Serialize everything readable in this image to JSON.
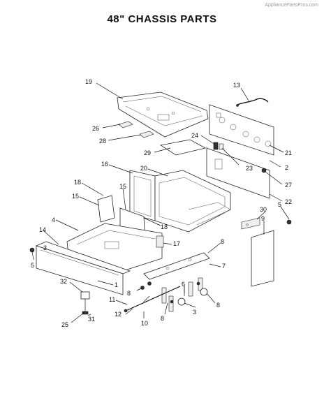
{
  "watermark": "AppliancePartsPros.com",
  "title": "48\" CHASSIS PARTS",
  "callouts": {
    "c19": "19",
    "c26": "26",
    "c28": "28",
    "c29": "29",
    "c13": "13",
    "c24": "24",
    "c23": "23",
    "c21": "21",
    "c2": "2",
    "c27": "27",
    "c22": "22",
    "c16": "16",
    "c20": "20",
    "c18a": "18",
    "c15a": "15",
    "c15b": "15",
    "c18b": "18",
    "c4": "4",
    "c14": "14",
    "c3a": "3",
    "c5a": "5",
    "c17": "17",
    "c30": "30",
    "c5b": "5",
    "c9": "9",
    "c8a": "8",
    "c7": "7",
    "c1": "1",
    "c32": "32",
    "c8b": "8",
    "c6": "6",
    "c11": "11",
    "c8c": "8",
    "c12": "12",
    "c3b": "3",
    "c8d": "8",
    "c10": "10",
    "c25": "25",
    "c31": "31"
  }
}
